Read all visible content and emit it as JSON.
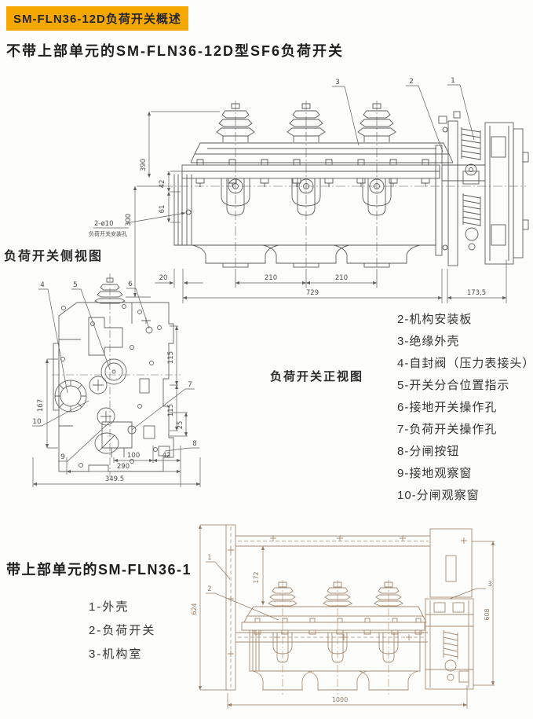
{
  "page": {
    "title": "SM-FLN36-12D负荷开关概述",
    "subtitle": "不带上部单元的SM-FLN36-12D型SF6负荷开关"
  },
  "front_view": {
    "caption": "负荷开关正视图",
    "callout_1": "1",
    "callout_2": "2",
    "callout_3": "3",
    "dim_390": "390",
    "dim_42": "42",
    "dim_61": "61",
    "dim_300": "300",
    "dim_20": "20",
    "dim_210a": "210",
    "dim_210b": "210",
    "dim_729": "729",
    "dim_173_5": "173,5",
    "hole_note": "2-ø10",
    "hole_note2": "负荷开关安装孔"
  },
  "side_view": {
    "caption": "负荷开关侧视图",
    "callout_4": "4",
    "callout_5": "5",
    "callout_6": "6",
    "callout_7": "7",
    "callout_8": "8",
    "callout_9": "9",
    "callout_10": "10",
    "dim_167": "167",
    "dim_115a": "115",
    "dim_115b": "115",
    "dim_25": "25",
    "dim_100": "100",
    "dim_42": "42",
    "dim_290": "290",
    "dim_349_5": "349.5"
  },
  "parts_list": {
    "items": [
      "2-机构安装板",
      "3-绝缘外壳",
      "4-自封阀（压力表接头）",
      "5-开关分合位置指示",
      "6-接地开关操作孔",
      "7-负荷开关操作孔",
      "8-分闸按钮",
      "9-接地观察窗",
      "10-分闸观察窗"
    ]
  },
  "section2": {
    "title": "带上部单元的SM-FLN36-1",
    "items": [
      "1-外壳",
      "2-负荷开关",
      "3-机构室"
    ]
  },
  "bottom_view": {
    "callout_1": "1",
    "callout_2": "2",
    "callout_3": "3",
    "dim_624": "624",
    "dim_172": "172",
    "dim_608": "608",
    "dim_1000": "1000"
  },
  "colors": {
    "accent_orange": "#F6A700"
  }
}
